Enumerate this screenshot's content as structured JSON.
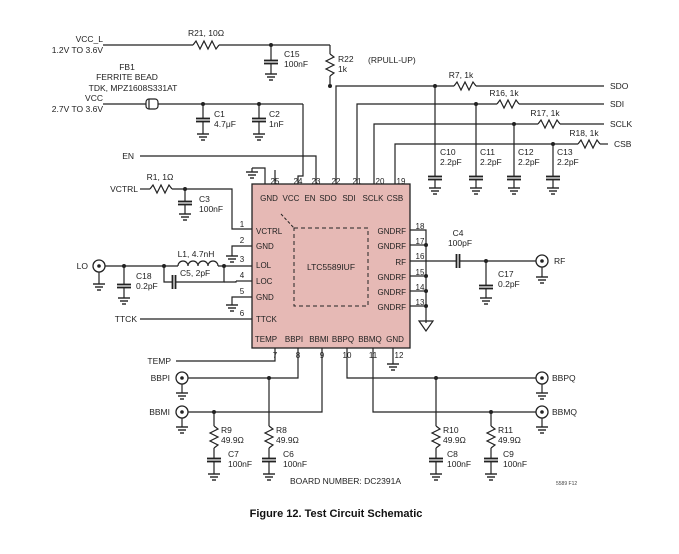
{
  "figure": {
    "caption": "Figure 12. Test Circuit Schematic",
    "board_number": "BOARD NUMBER: DC2391A",
    "figure_code": "5589 F12"
  },
  "ic": {
    "part": "LTC5589IUF",
    "top_pins": {
      "p25": {
        "num": "25",
        "name": "GND"
      },
      "p24": {
        "num": "24",
        "name": "VCC"
      },
      "p23": {
        "num": "23",
        "name": "EN"
      },
      "p22": {
        "num": "22",
        "name": "SDO"
      },
      "p21": {
        "num": "21",
        "name": "SDI"
      },
      "p20": {
        "num": "20",
        "name": "SCLK"
      },
      "p19": {
        "num": "19",
        "name": "CSB"
      }
    },
    "left_pins": {
      "p1": {
        "num": "1",
        "name": "VCTRL"
      },
      "p2": {
        "num": "2",
        "name": "GND"
      },
      "p3": {
        "num": "3",
        "name": "LOL"
      },
      "p4": {
        "num": "4",
        "name": "LOC"
      },
      "p5": {
        "num": "5",
        "name": "GND"
      },
      "p6": {
        "num": "6",
        "name": "TTCK"
      }
    },
    "right_pins": {
      "p18": {
        "num": "18",
        "name": "GNDRF"
      },
      "p17": {
        "num": "17",
        "name": "GNDRF"
      },
      "p16": {
        "num": "16",
        "name": "RF"
      },
      "p15": {
        "num": "15",
        "name": "GNDRF"
      },
      "p14": {
        "num": "14",
        "name": "GNDRF"
      },
      "p13": {
        "num": "13",
        "name": "GNDRF"
      }
    },
    "bottom_pins": {
      "p7": {
        "num": "7",
        "name": "TEMP"
      },
      "p8": {
        "num": "8",
        "name": "BBPI"
      },
      "p9": {
        "num": "9",
        "name": "BBMI"
      },
      "p10": {
        "num": "10",
        "name": "BBPQ"
      },
      "p11": {
        "num": "11",
        "name": "BBMQ"
      },
      "p12": {
        "num": "12",
        "name": "GND"
      }
    }
  },
  "nets": {
    "vcc_l": "VCC_L",
    "vcc_l_range": "1.2V TO 3.6V",
    "vcc": "VCC",
    "vcc_range": "2.7V TO 3.6V",
    "en": "EN",
    "vctrl": "VCTRL",
    "lo": "LO",
    "ttck": "TTCK",
    "temp": "TEMP",
    "bbpi": "BBPI",
    "bbmi": "BBMI",
    "bbpq": "BBPQ",
    "bbmq": "BBMQ",
    "rf": "RF",
    "sdo": "SDO",
    "sdi": "SDI",
    "sclk": "SCLK",
    "csb": "CSB",
    "pullup": "(RPULL-UP)"
  },
  "components": {
    "r21": "R21, 10Ω",
    "c15_ref": "C15",
    "c15_val": "100nF",
    "r22_ref": "R22",
    "r22_val": "1k",
    "fb1_ref": "FB1",
    "fb1_type": "FERRITE BEAD",
    "fb1_part": "TDK, MPZ1608S331AT",
    "c1_ref": "C1",
    "c1_val": "4.7μF",
    "c2_ref": "C2",
    "c2_val": "1nF",
    "r7": "R7, 1k",
    "r16": "R16, 1k",
    "r17": "R17, 1k",
    "r18": "R18, 1k",
    "c10_ref": "C10",
    "c10_val": "2.2pF",
    "c11_ref": "C11",
    "c11_val": "2.2pF",
    "c12_ref": "C12",
    "c12_val": "2.2pF",
    "c13_ref": "C13",
    "c13_val": "2.2pF",
    "r1": "R1, 1Ω",
    "c3_ref": "C3",
    "c3_val": "100nF",
    "l1": "L1, 4.7nH",
    "c5": "C5, 2pF",
    "c18_ref": "C18",
    "c18_val": "0.2pF",
    "c4_ref": "C4",
    "c4_val": "100pF",
    "c17_ref": "C17",
    "c17_val": "0.2pF",
    "r9_ref": "R9",
    "r9_val": "49.9Ω",
    "r8_ref": "R8",
    "r8_val": "49.9Ω",
    "c7_ref": "C7",
    "c7_val": "100nF",
    "c6_ref": "C6",
    "c6_val": "100nF",
    "r10_ref": "R10",
    "r10_val": "49.9Ω",
    "r11_ref": "R11",
    "r11_val": "49.9Ω",
    "c8_ref": "C8",
    "c8_val": "100nF",
    "c9_ref": "C9",
    "c9_val": "100nF"
  },
  "colors": {
    "ic_fill": "#e6b9b5",
    "wire": "#222222"
  }
}
